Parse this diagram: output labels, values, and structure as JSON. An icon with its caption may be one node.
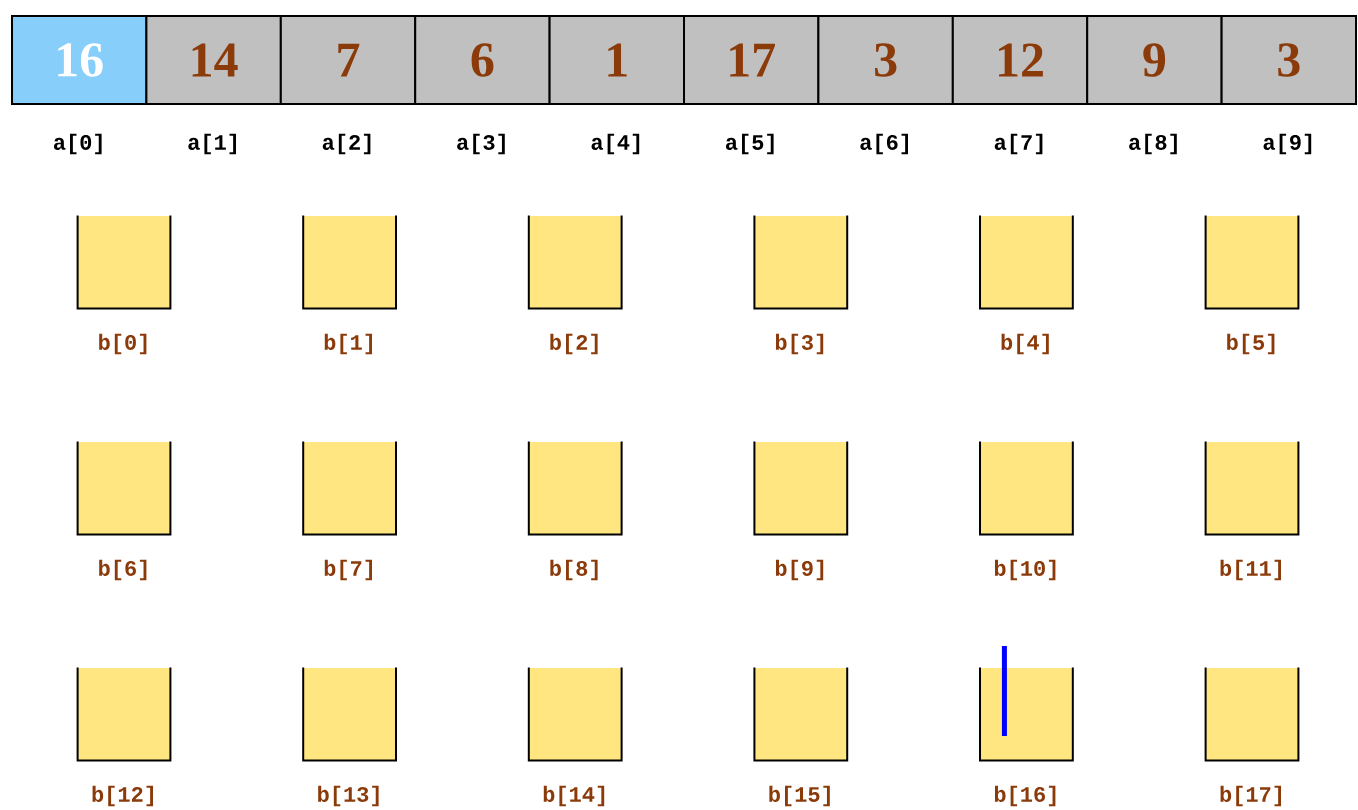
{
  "diagram": {
    "nodes": [
      {
        "text": [
          "16"
        ],
        "beside": [
          "a[0]"
        ]
      },
      {
        "text": [
          "14"
        ],
        "beside": [
          "a[1]"
        ]
      },
      {
        "text": [
          "7"
        ],
        "beside": [
          "a[2]"
        ]
      },
      {
        "text": [
          "6"
        ],
        "beside": [
          "a[3]"
        ]
      },
      {
        "text": [
          "1"
        ],
        "beside": [
          "a[4]"
        ]
      },
      {
        "text": [
          "17"
        ],
        "beside": [
          "a[5]"
        ]
      },
      {
        "text": [
          "3"
        ],
        "beside": [
          "a[6]"
        ]
      },
      {
        "text": [
          "12"
        ],
        "beside": [
          "a[7]"
        ]
      },
      {
        "text": [
          "9"
        ],
        "beside": [
          "a[8]"
        ]
      },
      {
        "text": [
          "3"
        ],
        "beside": [
          "a[9]"
        ]
      },
      {
        "text": [],
        "shape": "box",
        "beside": [
          "b[0]"
        ]
      },
      {
        "text": [],
        "shape": "box",
        "beside": [
          "b[1]"
        ]
      },
      {
        "text": [],
        "shape": "box",
        "beside": [
          "b[2]"
        ]
      },
      {
        "text": [],
        "shape": "box",
        "beside": [
          "b[3]"
        ]
      },
      {
        "text": [],
        "shape": "box",
        "beside": [
          "b[4]"
        ]
      },
      {
        "text": [],
        "shape": "box",
        "beside": [
          "b[5]"
        ]
      },
      {
        "text": [],
        "shape": "box",
        "beside": [
          "b[6]"
        ]
      },
      {
        "text": [],
        "shape": "box",
        "beside": [
          "b[7]"
        ]
      },
      {
        "text": [],
        "shape": "box",
        "beside": [
          "b[8]"
        ]
      },
      {
        "text": [],
        "shape": "box",
        "beside": [
          "b[9]"
        ]
      },
      {
        "text": [],
        "shape": "box",
        "beside": [
          "b[10]"
        ]
      },
      {
        "text": [],
        "shape": "box",
        "beside": [
          "b[11]"
        ]
      },
      {
        "text": [],
        "shape": "box",
        "beside": [
          "b[12]"
        ]
      },
      {
        "text": [],
        "shape": "box",
        "beside": [
          "b[13]"
        ]
      },
      {
        "text": [],
        "shape": "box",
        "beside": [
          "b[14]"
        ]
      },
      {
        "text": [],
        "shape": "box",
        "beside": [
          "b[15]"
        ]
      },
      {
        "text": [],
        "shape": "box",
        "beside": [
          "b[16]"
        ]
      },
      {
        "text": [],
        "shape": "box",
        "beside": [
          "b[17]"
        ]
      }
    ]
  }
}
